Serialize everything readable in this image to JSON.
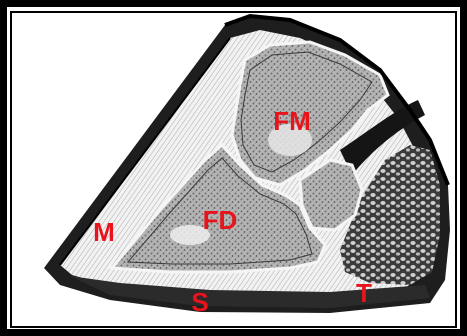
{
  "figure": {
    "labels": {
      "fm": "FM",
      "fd": "FD",
      "m": "M",
      "s": "S",
      "t": "T"
    }
  },
  "colors": {
    "frame": "#000000",
    "background": "#ffffff",
    "label": "#e8141b",
    "bone_fill": "#a9a9a9",
    "dark_tissue": "#1a1a1a"
  }
}
